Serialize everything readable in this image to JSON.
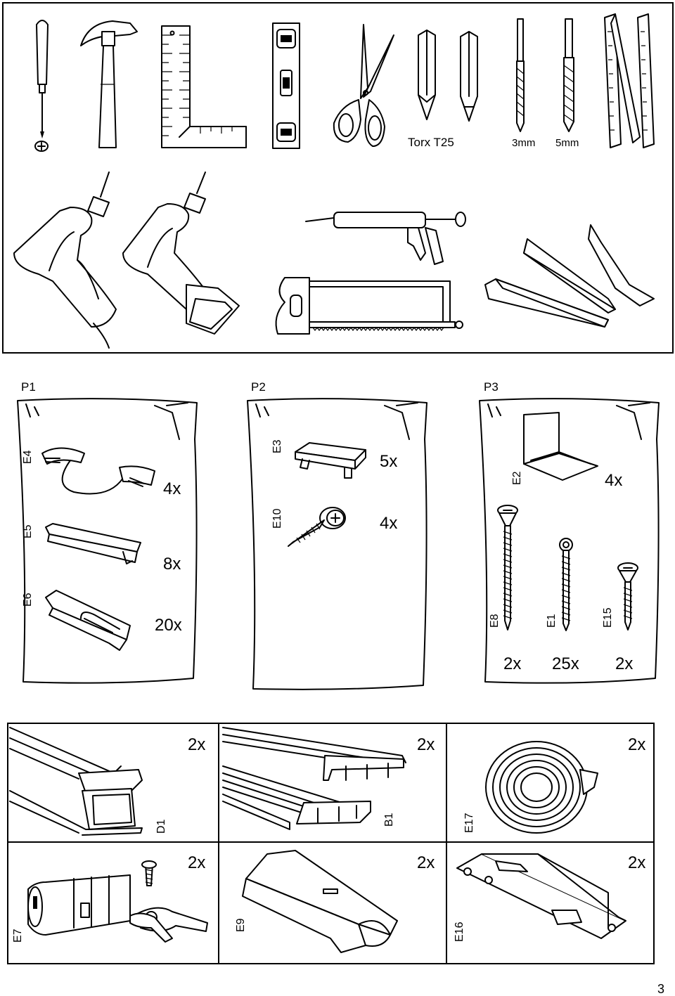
{
  "tools_panel": {
    "labels": {
      "torx": "Torx T25",
      "drill_3": "3mm",
      "drill_5": "5mm"
    },
    "tools": [
      "screwdriver-icon",
      "hammer-icon",
      "square-ruler-icon",
      "spirit-level-icon",
      "scissors-icon",
      "torx-bit-icon",
      "screwdriver-bit-icon",
      "drill-bit-3mm-icon",
      "drill-bit-5mm-icon",
      "folding-ruler-icon",
      "corded-drill-icon",
      "cordless-drill-icon",
      "caulking-gun-icon",
      "hacksaw-icon",
      "wedges-icon"
    ]
  },
  "bags": [
    {
      "title": "P1",
      "items": [
        {
          "code": "E4",
          "qty": "4x",
          "icon": "cable-clip-icon"
        },
        {
          "code": "E5",
          "qty": "8x",
          "icon": "end-cap-icon"
        },
        {
          "code": "E6",
          "qty": "20x",
          "icon": "track-clip-icon"
        }
      ]
    },
    {
      "title": "P2",
      "items": [
        {
          "code": "E3",
          "qty": "5x",
          "icon": "bracket-block-icon"
        },
        {
          "code": "E10",
          "qty": "4x",
          "icon": "washer-screw-icon"
        }
      ]
    },
    {
      "title": "P3",
      "items": [
        {
          "code": "E2",
          "qty": "4x",
          "icon": "angle-bracket-icon"
        },
        {
          "code": "E8",
          "qty": "2x",
          "icon": "long-screw-icon"
        },
        {
          "code": "E1",
          "qty": "25x",
          "icon": "screw-icon"
        },
        {
          "code": "E15",
          "qty": "2x",
          "icon": "short-screw-icon"
        }
      ]
    }
  ],
  "parts_grid": [
    {
      "code": "D1",
      "qty": "2x",
      "icon": "rail-profile-icon"
    },
    {
      "code": "B1",
      "qty": "2x",
      "icon": "double-rail-icon"
    },
    {
      "code": "E17",
      "qty": "2x",
      "icon": "tape-roll-icon"
    },
    {
      "code": "E7",
      "qty": "2x",
      "icon": "lock-cylinder-icon"
    },
    {
      "code": "E9",
      "qty": "2x",
      "icon": "handle-profile-icon"
    },
    {
      "code": "E16",
      "qty": "2x",
      "icon": "latch-plate-icon"
    }
  ],
  "page_number": "3"
}
